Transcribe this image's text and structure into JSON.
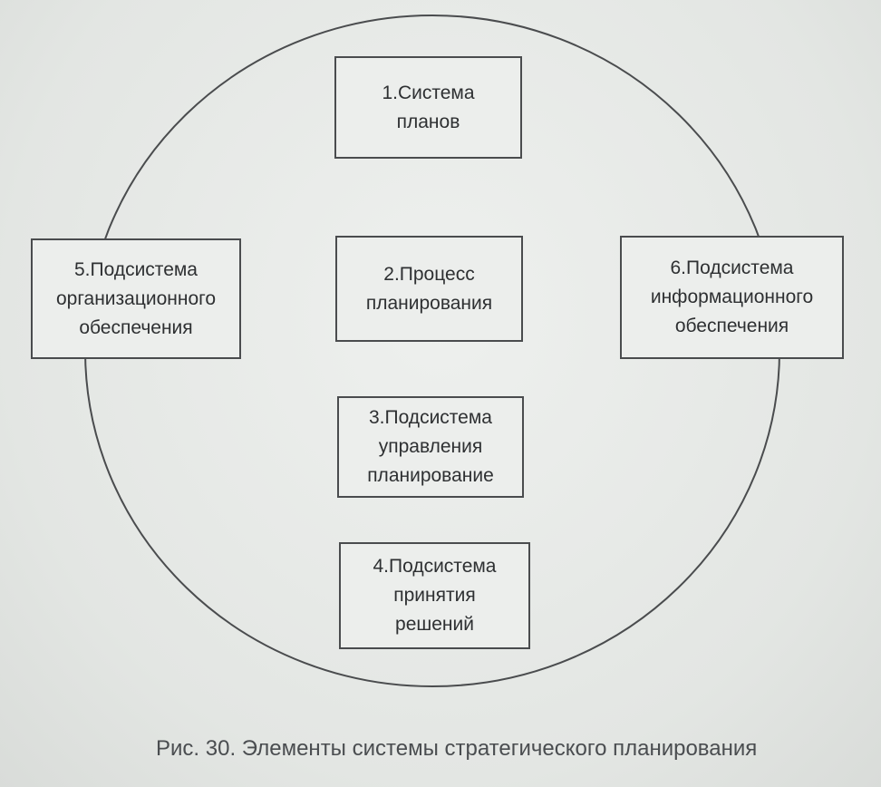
{
  "diagram": {
    "elements": [
      {
        "id": "1",
        "label": "1.Система\nпланов"
      },
      {
        "id": "2",
        "label": "2.Процесс\nпланирования"
      },
      {
        "id": "3",
        "label": "3.Подсистема\nуправления\nпланирование"
      },
      {
        "id": "4",
        "label": "4.Подсистема\nпринятия\nрешений"
      },
      {
        "id": "5",
        "label": "5.Подсистема\nорганизационного\nобеспечения"
      },
      {
        "id": "6",
        "label": "6.Подсистема\nинформационного\nобеспечения"
      }
    ],
    "caption": "Рис. 30. Элементы системы стратегического планирования"
  },
  "colors": {
    "stroke": "#4a4c4e",
    "box_fill": "#eceeec",
    "text": "#2e3032"
  }
}
